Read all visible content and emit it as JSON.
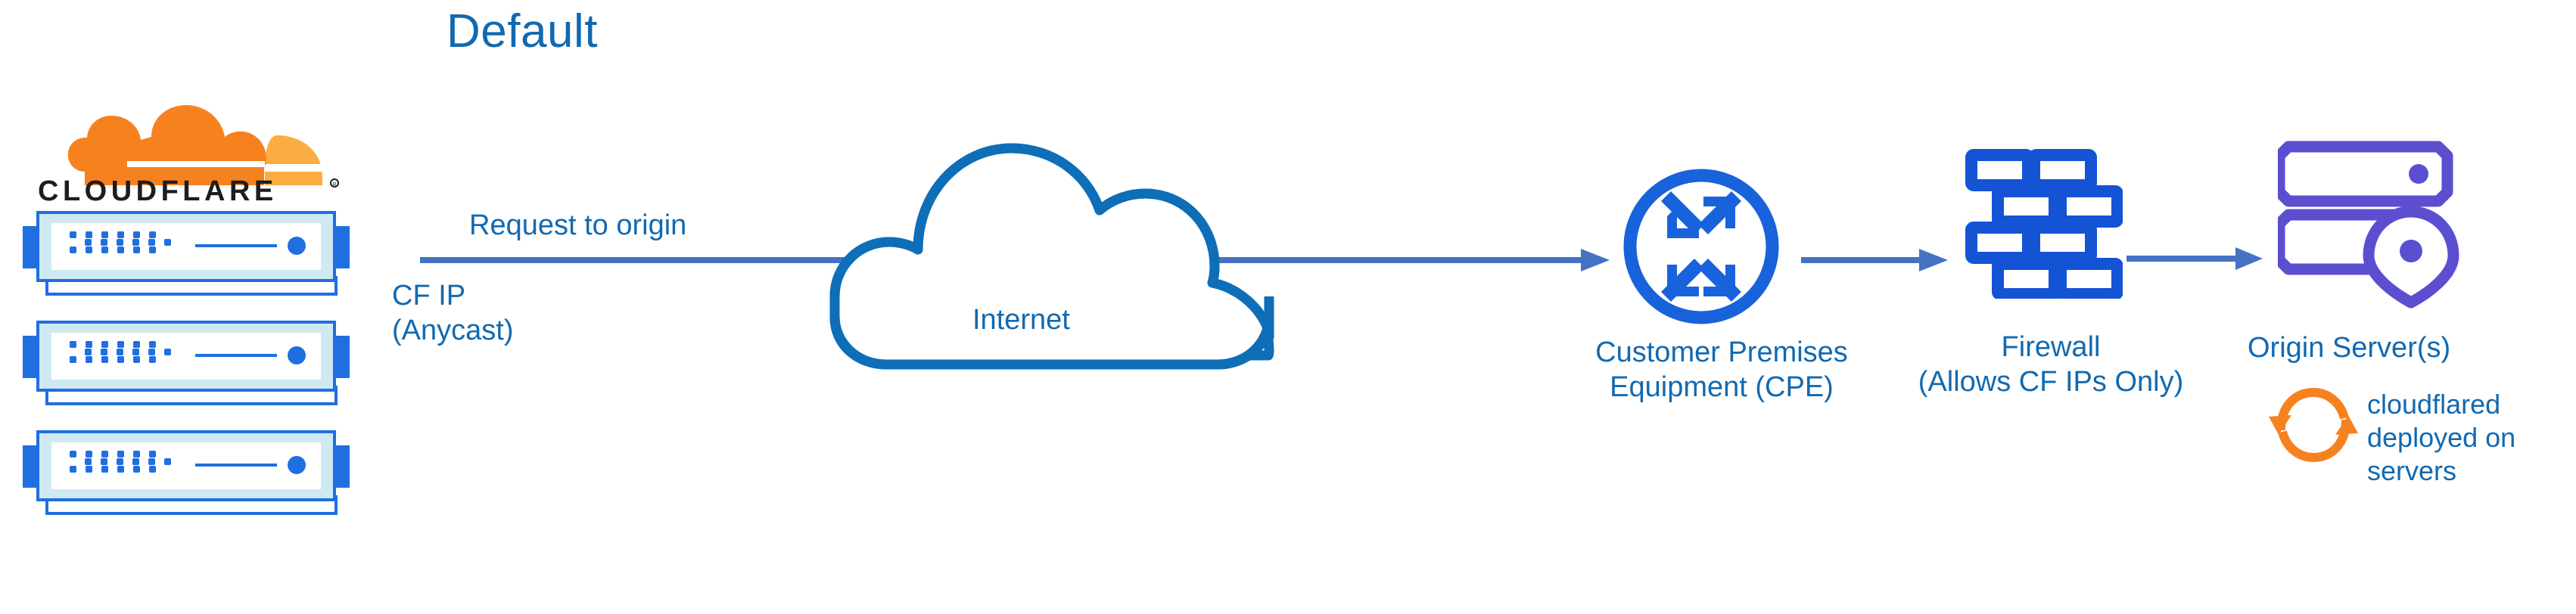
{
  "title": "Default",
  "colors": {
    "title_blue": "#1269b0",
    "label_blue": "#1269b0",
    "cloud_outline_blue": "#0e6eb8",
    "arrow_blue": "#4472c4",
    "node_blue": "#1863dc",
    "server_blue": "#1f6fe0",
    "server_body": "#cfe9f2",
    "origin_purple": "#5b4fd0",
    "cloudflare_orange": "#f6821f",
    "cloudflare_orange_light": "#fbad41",
    "wordmark_black": "#1d1d1b"
  },
  "brand": {
    "logo_name": "cloudflare-logo",
    "wordmark": "CLOUDFLARE",
    "registered_mark": "®"
  },
  "left_stack": {
    "server_count": 3,
    "servers": [
      {
        "name": "cloudflare-edge-server-1"
      },
      {
        "name": "cloudflare-edge-server-2"
      },
      {
        "name": "cloudflare-edge-server-3"
      }
    ],
    "ip_label": "CF IP\n(Anycast)"
  },
  "flow": {
    "request_label": "Request to origin",
    "arrows": [
      {
        "name": "arrow-cloudflare-to-cpe",
        "from": "cloudflare-edge",
        "to": "customer-premises-equipment"
      },
      {
        "name": "arrow-cpe-to-firewall",
        "from": "customer-premises-equipment",
        "to": "firewall"
      },
      {
        "name": "arrow-firewall-to-origin",
        "from": "firewall",
        "to": "origin-server"
      }
    ]
  },
  "nodes": [
    {
      "id": "internet",
      "icon": "cloud-icon",
      "label": "Internet",
      "label_position": "inside"
    },
    {
      "id": "cpe",
      "icon": "router-icon",
      "label": "Customer Premises\nEquipment (CPE)"
    },
    {
      "id": "firewall",
      "icon": "brick-wall-icon",
      "label": "Firewall\n(Allows CF IPs Only)"
    },
    {
      "id": "origin",
      "icon": "server-location-icon",
      "label": "Origin Server(s)"
    }
  ],
  "annotation": {
    "icon": "sync-refresh-icon",
    "text": "cloudflared\ndeployed on\nservers"
  }
}
